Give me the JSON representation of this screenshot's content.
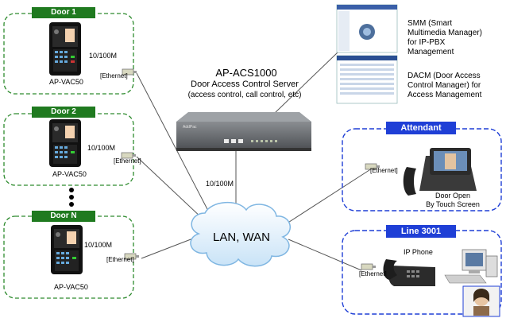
{
  "doors": [
    {
      "title": "Door 1",
      "device": "AP-VAC50",
      "speed": "10/100M",
      "ethernet": "[Ethernet]"
    },
    {
      "title": "Door 2",
      "device": "AP-VAC50",
      "speed": "10/100M",
      "ethernet": "[Ethernet]"
    },
    {
      "title": "Door N",
      "device": "AP-VAC50",
      "speed": "10/100M",
      "ethernet": "[Ethernet]"
    }
  ],
  "server": {
    "name": "AP-ACS1000",
    "subtitle": "Door Access Control Server",
    "detail": "(access control, call control, etc)",
    "speed": "10/100M",
    "brand": "AddPac"
  },
  "cloud": {
    "label": "LAN, WAN"
  },
  "software": {
    "smm": [
      "SMM (Smart",
      "Multimedia Manager)",
      "for IP-PBX",
      "Management"
    ],
    "dacm": [
      "DACM (Door Access",
      "Control Manager) for",
      "Access Management"
    ]
  },
  "attendant": {
    "title": "Attendant",
    "ethernet": "[Ethernet]",
    "caption_line1": "Door Open",
    "caption_line2": "By Touch Screen"
  },
  "line": {
    "title": "Line 3001",
    "ethernet": "[Ethernet]",
    "phone_label": "IP Phone"
  },
  "colors": {
    "door_border": "#2e8b2e",
    "door_tag": "#1f7a1f",
    "right_border": "#1f3fd6",
    "right_tag": "#1f3fd6"
  }
}
